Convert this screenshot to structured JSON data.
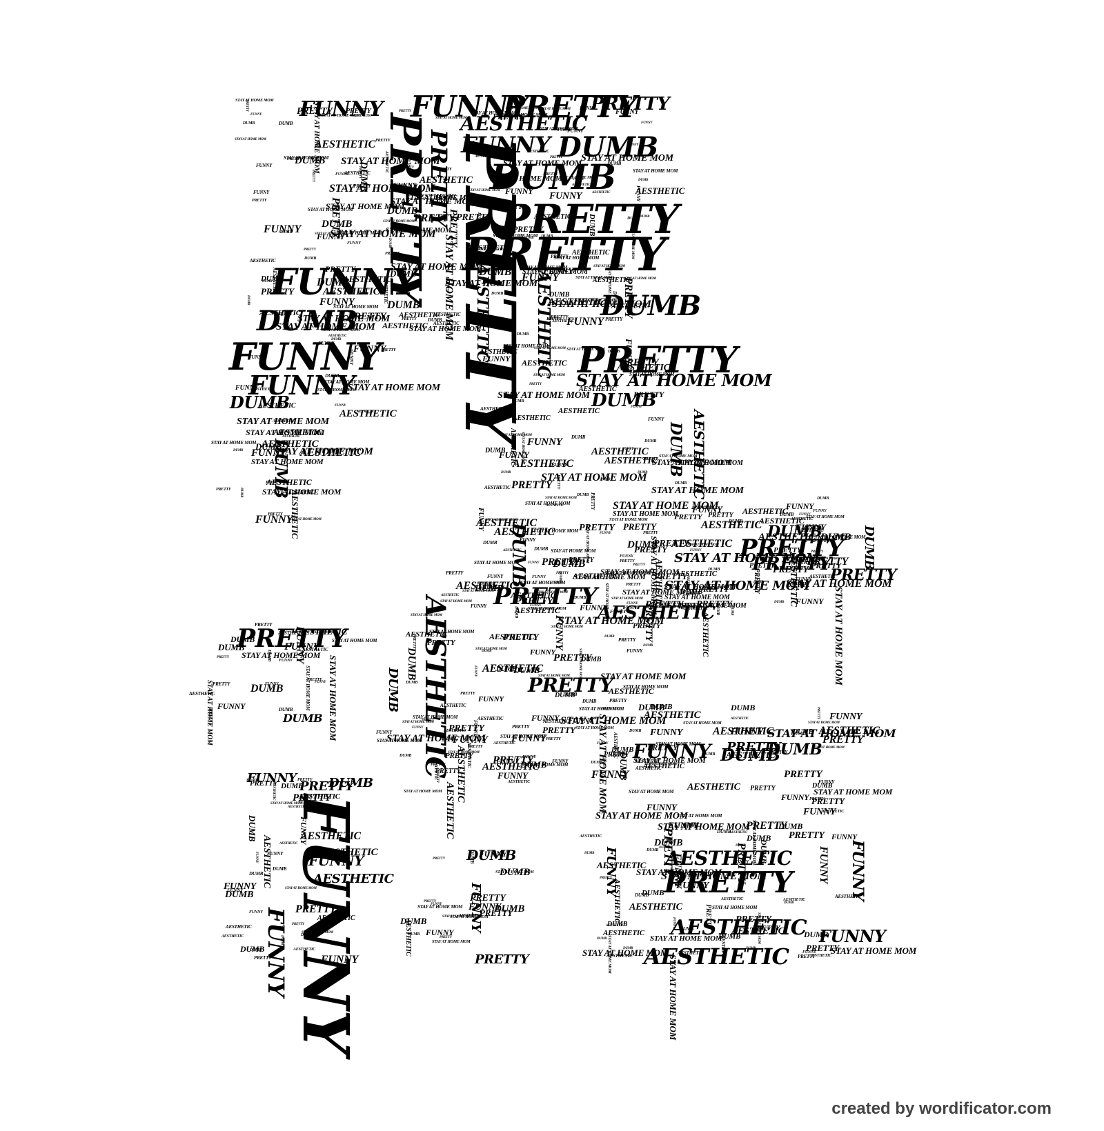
{
  "words": [
    "PRETTY",
    "FUNNY",
    "DUMB",
    "AESTHETIC",
    "STAY AT HOME MOM"
  ],
  "credit": "created by wordificator.com",
  "colors": {
    "ink": "#000000",
    "background": "#ffffff",
    "credit": "#444444"
  }
}
